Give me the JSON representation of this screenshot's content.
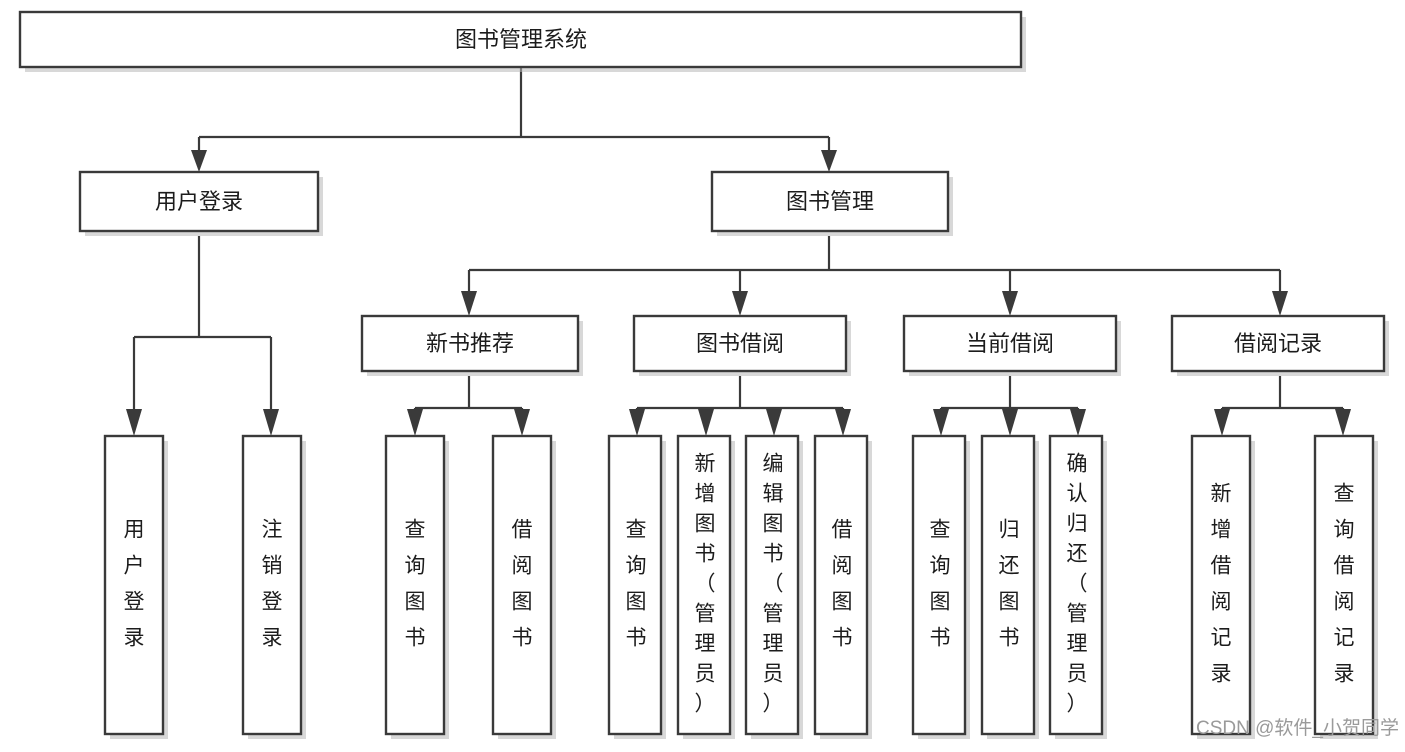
{
  "diagram": {
    "title": "图书管理系统",
    "type": "hierarchy-tree",
    "root": {
      "label": "图书管理系统"
    },
    "level2": [
      {
        "label": "用户登录"
      },
      {
        "label": "图书管理"
      }
    ],
    "level3": [
      {
        "label": "新书推荐"
      },
      {
        "label": "图书借阅"
      },
      {
        "label": "当前借阅"
      },
      {
        "label": "借阅记录"
      }
    ],
    "leaves": {
      "user_login": [
        {
          "label": "用户登录"
        },
        {
          "label": "注销登录"
        }
      ],
      "new_book_recommend": [
        {
          "label": "查询图书"
        },
        {
          "label": "借阅图书"
        }
      ],
      "book_borrow": [
        {
          "label": "查询图书"
        },
        {
          "label": "新增图书（管理员）"
        },
        {
          "label": "编辑图书（管理员）"
        },
        {
          "label": "借阅图书"
        }
      ],
      "current_borrow": [
        {
          "label": "查询图书"
        },
        {
          "label": "归还图书"
        },
        {
          "label": "确认归还（管理员）"
        }
      ],
      "borrow_record": [
        {
          "label": "新增借阅记录"
        },
        {
          "label": "查询借阅记录"
        }
      ]
    }
  },
  "watermark": {
    "text": "CSDN @软件_小贺同学"
  },
  "colors": {
    "stroke": "#3a3a3a",
    "fill": "#ffffff",
    "text": "#1c1c1c",
    "watermark": "#9a9a9a",
    "background": "#ffffff"
  }
}
